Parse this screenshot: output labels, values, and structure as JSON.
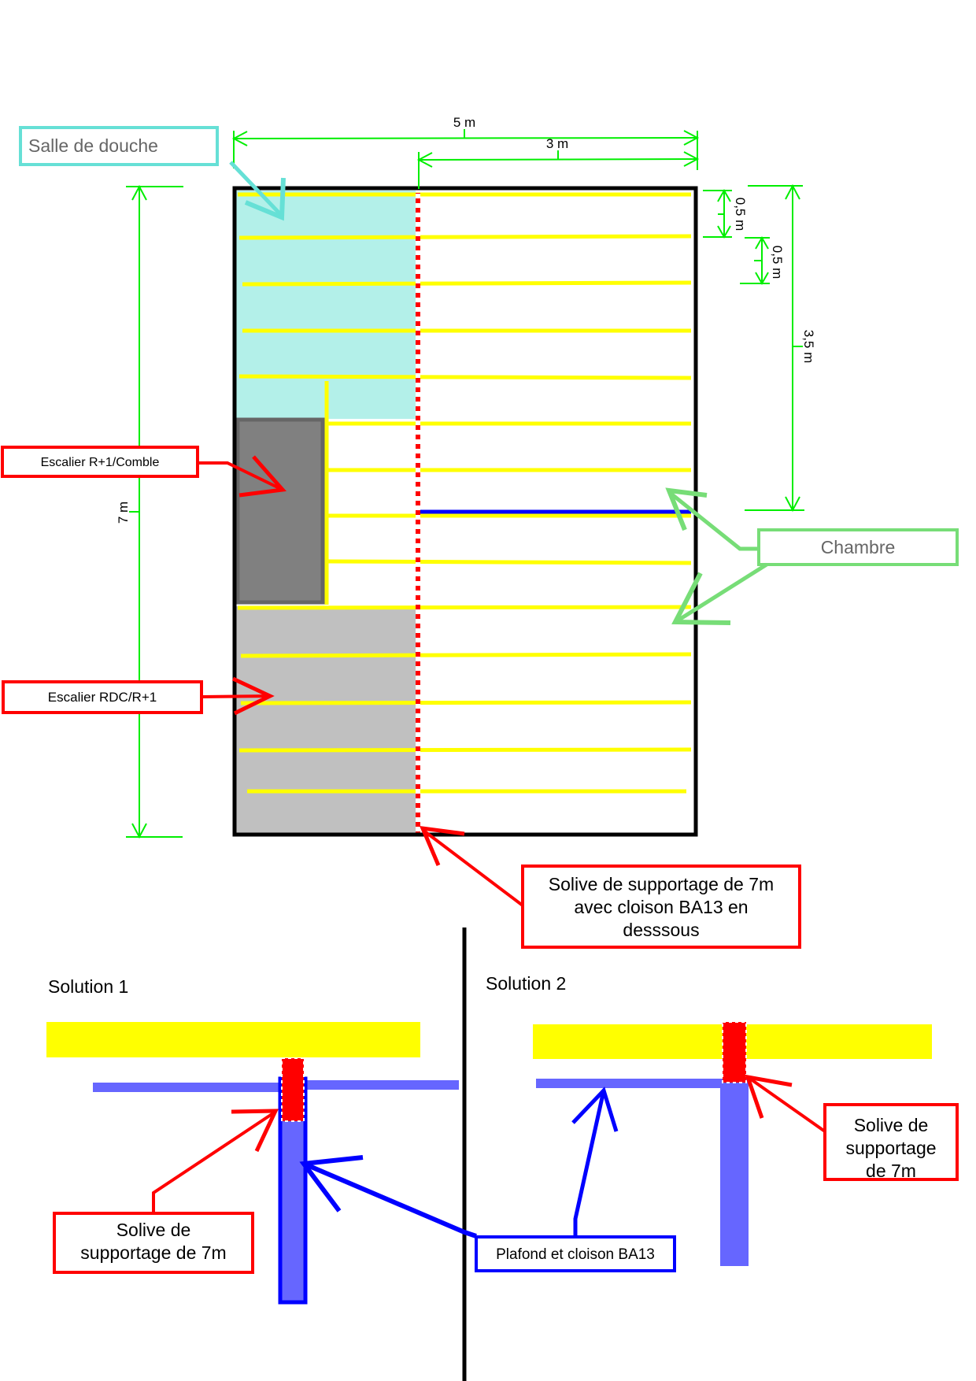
{
  "plan": {
    "dimensions": {
      "total_width": "5 m",
      "right_width": "3 m",
      "total_height": "7 m",
      "joist_spacing_a": "0,5 m",
      "joist_spacing_b": "0,5 m",
      "chambre_depth": "3,5 m"
    },
    "callouts": {
      "salle_de_douche": "Salle de douche",
      "escalier_r1_comble": "Escalier R+1/Comble",
      "escalier_rdc_r1": "Escalier RDC/R+1",
      "chambre": "Chambre",
      "solive_main": [
        "Solive de supportage de 7m",
        "avec cloison BA13 en",
        "desssous"
      ]
    }
  },
  "solutions": {
    "solution1_title": "Solution 1",
    "solution2_title": "Solution 2",
    "solution1_callout": [
      "Solive de",
      "supportage de 7m"
    ],
    "solution2_callout": [
      "Solive de",
      "supportage",
      "de 7m"
    ],
    "plafond_callout": "Plafond et cloison BA13"
  },
  "colors": {
    "joist": "#ffff00",
    "support_joist": "#ff0000",
    "salle_de_douche": "#b3f0e9",
    "escalier_r1_comble": "#808080",
    "escalier_rdc_r1": "#c0c0c0",
    "dimension": "#00ee00",
    "chambre_callout": "#77dd77",
    "salle_callout": "#66e0d6",
    "ba13": "#6666ff",
    "ba13_dark": "#0000ff"
  }
}
